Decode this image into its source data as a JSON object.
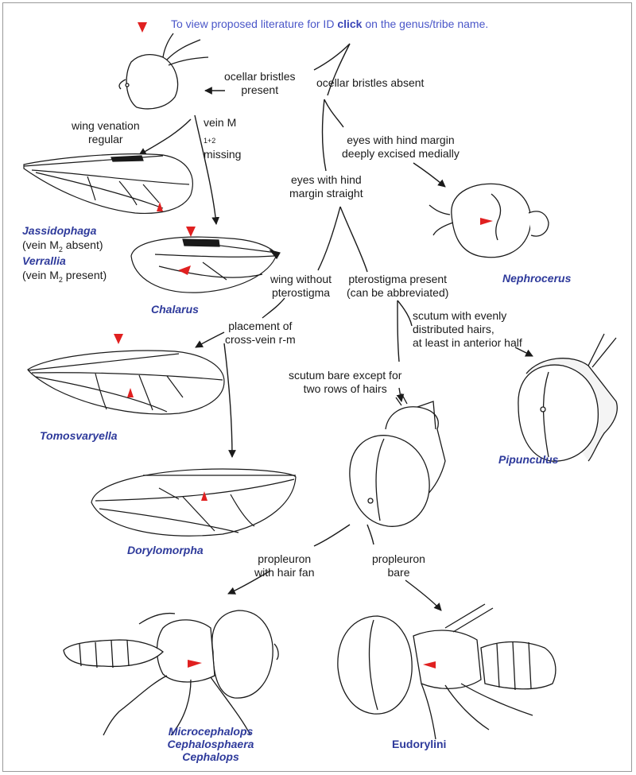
{
  "header": {
    "pre": "To view proposed literature for ID ",
    "link": "click",
    "post": " on the genus/tribe name."
  },
  "characters": {
    "ocellar_present": [
      "ocellar bristles",
      "present"
    ],
    "ocellar_absent": "ocellar bristles absent",
    "venation_regular": [
      "wing venation",
      "regular"
    ],
    "vein_m12_missing": [
      "vein M",
      "missing"
    ],
    "vein_m12_sub": "1+2",
    "eyes_excised": [
      "eyes with hind margin",
      "deeply excised medially"
    ],
    "eyes_straight": [
      "eyes with hind",
      "margin straight"
    ],
    "wing_without_ptero": [
      "wing without",
      "pterostigma"
    ],
    "ptero_present": [
      "pterostigma present",
      "(can be abbreviated)"
    ],
    "crossvein": [
      "placement of",
      "cross-vein r-m"
    ],
    "scutum_even": [
      "scutum with evenly",
      "distributed hairs,",
      "at least in anterior half"
    ],
    "scutum_bare": [
      "scutum bare except for",
      "two rows of hairs"
    ],
    "propleuron_fan": [
      "propleuron",
      "with hair fan"
    ],
    "propleuron_bare": [
      "propleuron",
      "bare"
    ]
  },
  "taxa": {
    "jassidophaga": "Jassidophaga",
    "jassidophaga_note": [
      "(vein M",
      " absent)"
    ],
    "verrallia": "Verrallia",
    "verrallia_note": [
      "(vein M",
      " present)"
    ],
    "m_sub": "2",
    "chalarus": "Chalarus",
    "nephrocerus": "Nephrocerus",
    "tomosvaryella": "Tomosvaryella",
    "pipunculus": "Pipunculus",
    "dorylomorpha": "Dorylomorpha",
    "microcephalops_group": [
      "Microcephalops",
      "Cephalosphaera",
      "Cephalops"
    ],
    "eudorylini": "Eudorylini"
  },
  "colors": {
    "taxon_link": "#2e3a9b",
    "header_text": "#4a56c8",
    "marker_red": "#e02020",
    "line": "#1a1a1a"
  },
  "icons": [
    "red-arrowhead-marker",
    "fly-head-illustration",
    "wing-illustration",
    "fly-body-illustration"
  ]
}
